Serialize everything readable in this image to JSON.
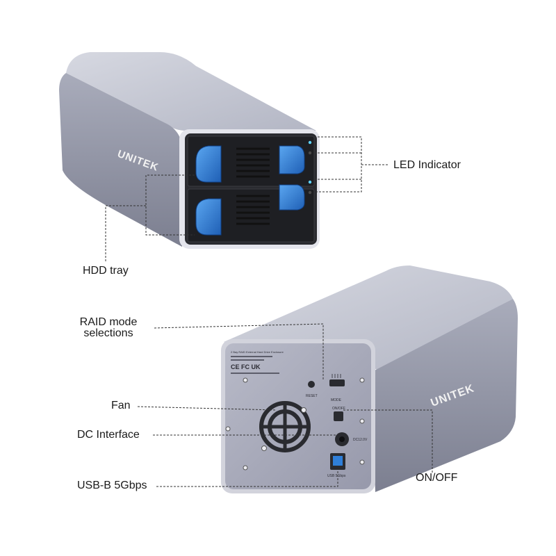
{
  "brand": "UNITEK",
  "colors": {
    "aluminum_light": "#c9cbd6",
    "aluminum_mid": "#9fa2b2",
    "aluminum_dark": "#6e7182",
    "tray_blue": "#2f7fd9",
    "front_panel": "#2a2b30",
    "back_panel": "#a4a6b6",
    "leader_line": "#333333"
  },
  "callouts": {
    "led_indicator": "LED Indicator",
    "hdd_tray": "HDD tray",
    "raid_mode": "RAID mode\nselections",
    "fan": "Fan",
    "dc_interface": "DC Interface",
    "usb_b": "USB-B 5Gbps",
    "on_off": "ON/OFF"
  },
  "back_panel": {
    "reset": "RESET",
    "mode": "MODE",
    "on_off": "ON/OFF",
    "dc": "DC12.0V",
    "usb": "USB 5Gbps",
    "title_line": "2 Bay RAID External Hard Drive Enclosure"
  }
}
